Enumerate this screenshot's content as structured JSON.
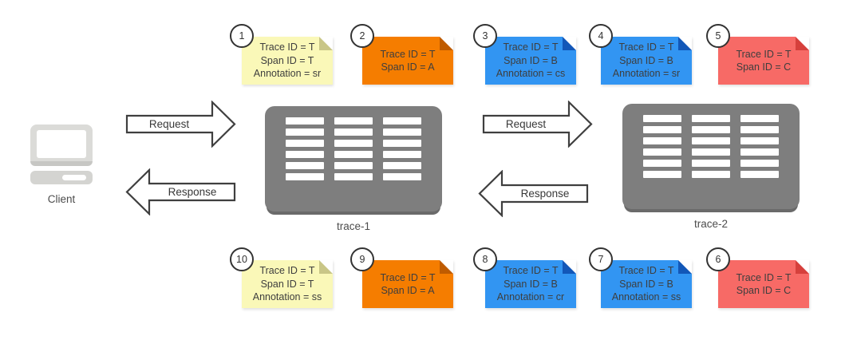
{
  "client": {
    "label": "Client"
  },
  "servers": [
    {
      "label": "trace-1"
    },
    {
      "label": "trace-2"
    }
  ],
  "flows": {
    "left": {
      "request_label": "Request",
      "response_label": "Response"
    },
    "right": {
      "request_label": "Request",
      "response_label": "Response"
    }
  },
  "notes_top": [
    {
      "number": "1",
      "color_name": "yellow",
      "lines": [
        "Trace ID = T",
        "Span ID = T",
        "Annotation = sr"
      ]
    },
    {
      "number": "2",
      "color_name": "orange",
      "lines": [
        "Trace ID = T",
        "Span ID = A"
      ]
    },
    {
      "number": "3",
      "color_name": "blue",
      "lines": [
        "Trace ID = T",
        "Span ID = B",
        "Annotation = cs"
      ]
    },
    {
      "number": "4",
      "color_name": "blue",
      "lines": [
        "Trace ID = T",
        "Span ID = B",
        "Annotation = sr"
      ]
    },
    {
      "number": "5",
      "color_name": "red",
      "lines": [
        "Trace ID = T",
        "Span ID = C"
      ]
    }
  ],
  "notes_bottom": [
    {
      "number": "10",
      "color_name": "yellow",
      "lines": [
        "Trace ID = T",
        "Span ID = T",
        "Annotation = ss"
      ]
    },
    {
      "number": "9",
      "color_name": "orange",
      "lines": [
        "Trace ID = T",
        "Span ID = A"
      ]
    },
    {
      "number": "8",
      "color_name": "blue",
      "lines": [
        "Trace ID = T",
        "Span ID = B",
        "Annotation = cr"
      ]
    },
    {
      "number": "7",
      "color_name": "blue",
      "lines": [
        "Trace ID = T",
        "Span ID = B",
        "Annotation = ss"
      ]
    },
    {
      "number": "6",
      "color_name": "red",
      "lines": [
        "Trace ID = T",
        "Span ID = C"
      ]
    }
  ],
  "colors": {
    "note_yellow": "#FAF8B8",
    "note_yellow_fold": "#C9C687",
    "note_orange": "#F57D00",
    "note_orange_fold": "#BF5B00",
    "note_blue": "#3295F2",
    "note_blue_fold": "#1257B8",
    "note_red": "#F76A66",
    "note_red_fold": "#D6403C",
    "server_gray": "#7E7E7E",
    "arrow_outline": "#3F3F3F"
  }
}
